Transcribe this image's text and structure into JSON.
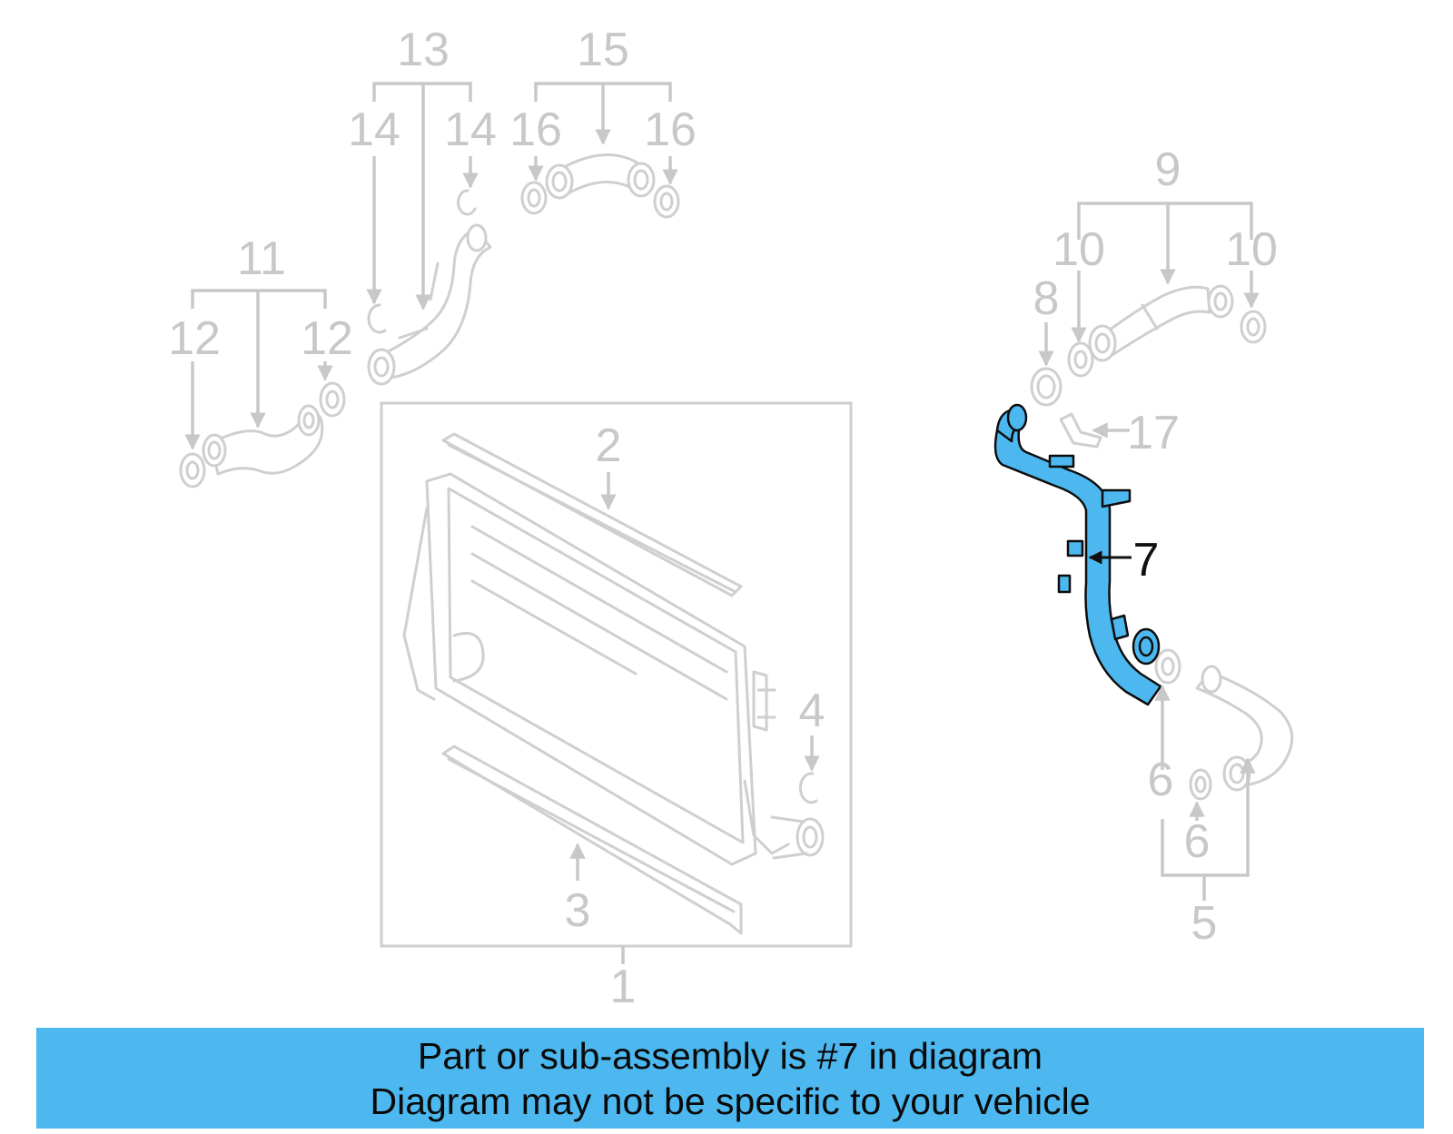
{
  "colors": {
    "highlight": "#4cb8ef",
    "banner": "#4cb8ef",
    "part_outline": "#cfcfcf",
    "label_gray": "#c8c8c8"
  },
  "callouts": {
    "c1": "1",
    "c2": "2",
    "c3": "3",
    "c4": "4",
    "c5": "5",
    "c6a": "6",
    "c6b": "6",
    "c7": "7",
    "c8": "8",
    "c9": "9",
    "c10a": "10",
    "c10b": "10",
    "c11": "11",
    "c12a": "12",
    "c12b": "12",
    "c13": "13",
    "c14a": "14",
    "c14b": "14",
    "c15": "15",
    "c16a": "16",
    "c16b": "16",
    "c17": "17"
  },
  "highlighted_part": "7",
  "banner": {
    "line1": "Part or sub-assembly is #7 in diagram",
    "line2": "Diagram may not be specific to your vehicle"
  }
}
